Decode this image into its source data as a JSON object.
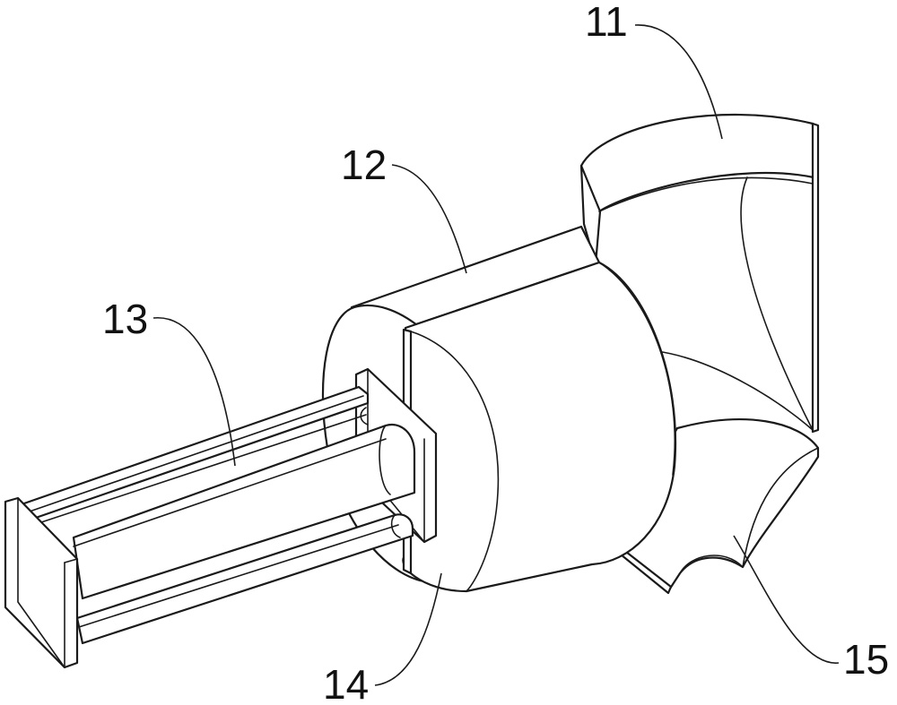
{
  "callouts": {
    "c11": "11",
    "c12": "12",
    "c13": "13",
    "c14": "14",
    "c15": "15"
  }
}
